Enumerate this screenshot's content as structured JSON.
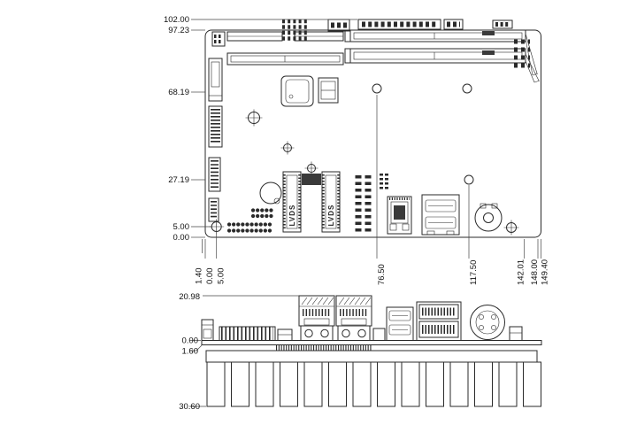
{
  "top": {
    "vdims": [
      "102.00",
      "97.23",
      "68.19",
      "27.19",
      "5.00",
      "0.00"
    ],
    "hdims": [
      "1.40",
      "0.00",
      "5.00",
      "76.50",
      "117.50",
      "142.01",
      "148.00",
      "149.40"
    ],
    "lvds1": "LVDS",
    "lvds2": "LVDS"
  },
  "side": {
    "height_top": "20.98",
    "pcb_top": "0.00",
    "pcb_thickness": "1.60",
    "heatsink_bottom": "30.60"
  }
}
